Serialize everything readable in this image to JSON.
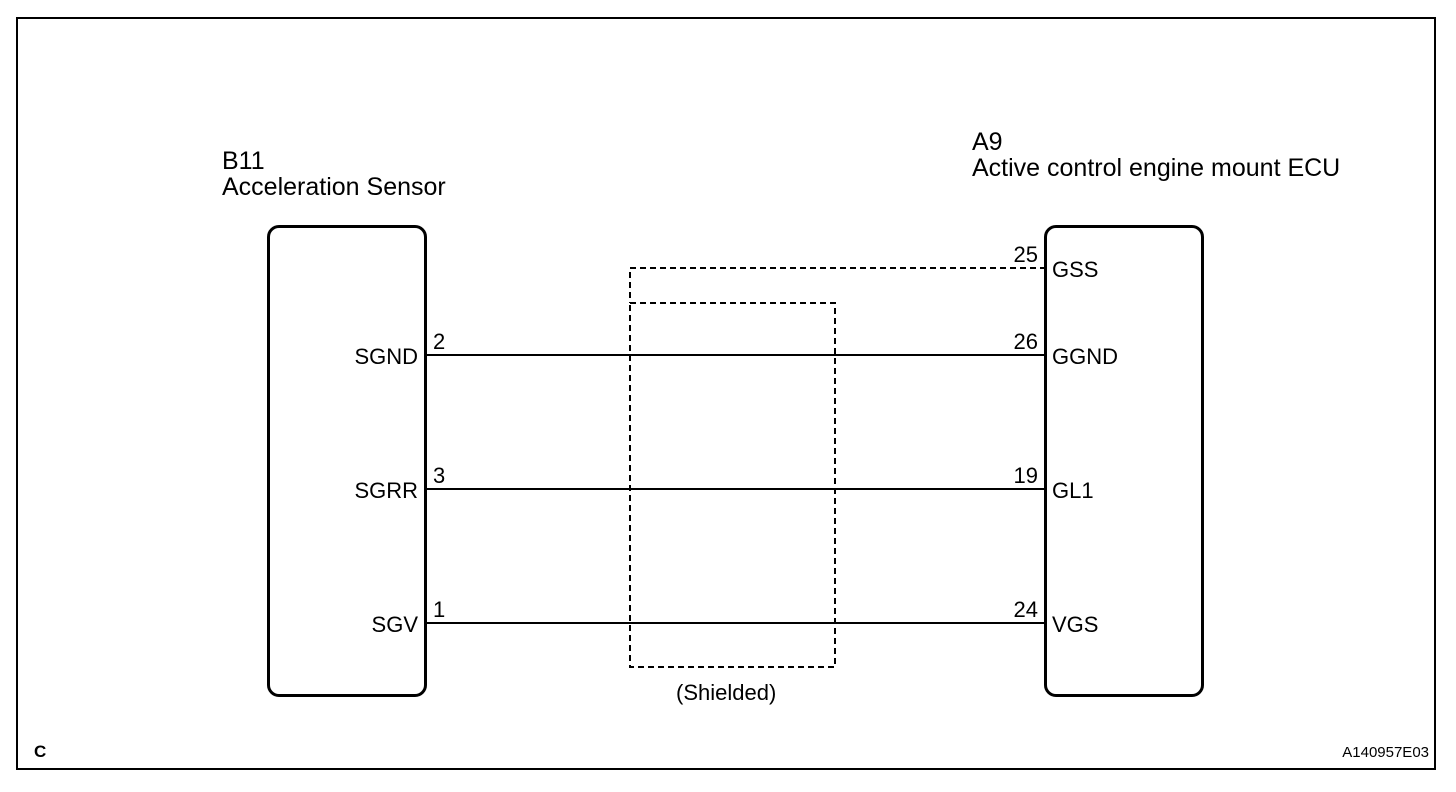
{
  "left_component": {
    "id": "B11",
    "name": "Acceleration Sensor"
  },
  "right_component": {
    "id": "A9",
    "name": "Active control engine mount ECU"
  },
  "left_pins": [
    {
      "label": "SGND",
      "number": "2"
    },
    {
      "label": "SGRR",
      "number": "3"
    },
    {
      "label": "SGV",
      "number": "1"
    }
  ],
  "right_pins": [
    {
      "label": "GSS",
      "number": "25"
    },
    {
      "label": "GGND",
      "number": "26"
    },
    {
      "label": "GL1",
      "number": "19"
    },
    {
      "label": "VGS",
      "number": "24"
    }
  ],
  "shield_label": "(Shielded)",
  "corner_letter": "C",
  "figure_id": "A140957E03"
}
